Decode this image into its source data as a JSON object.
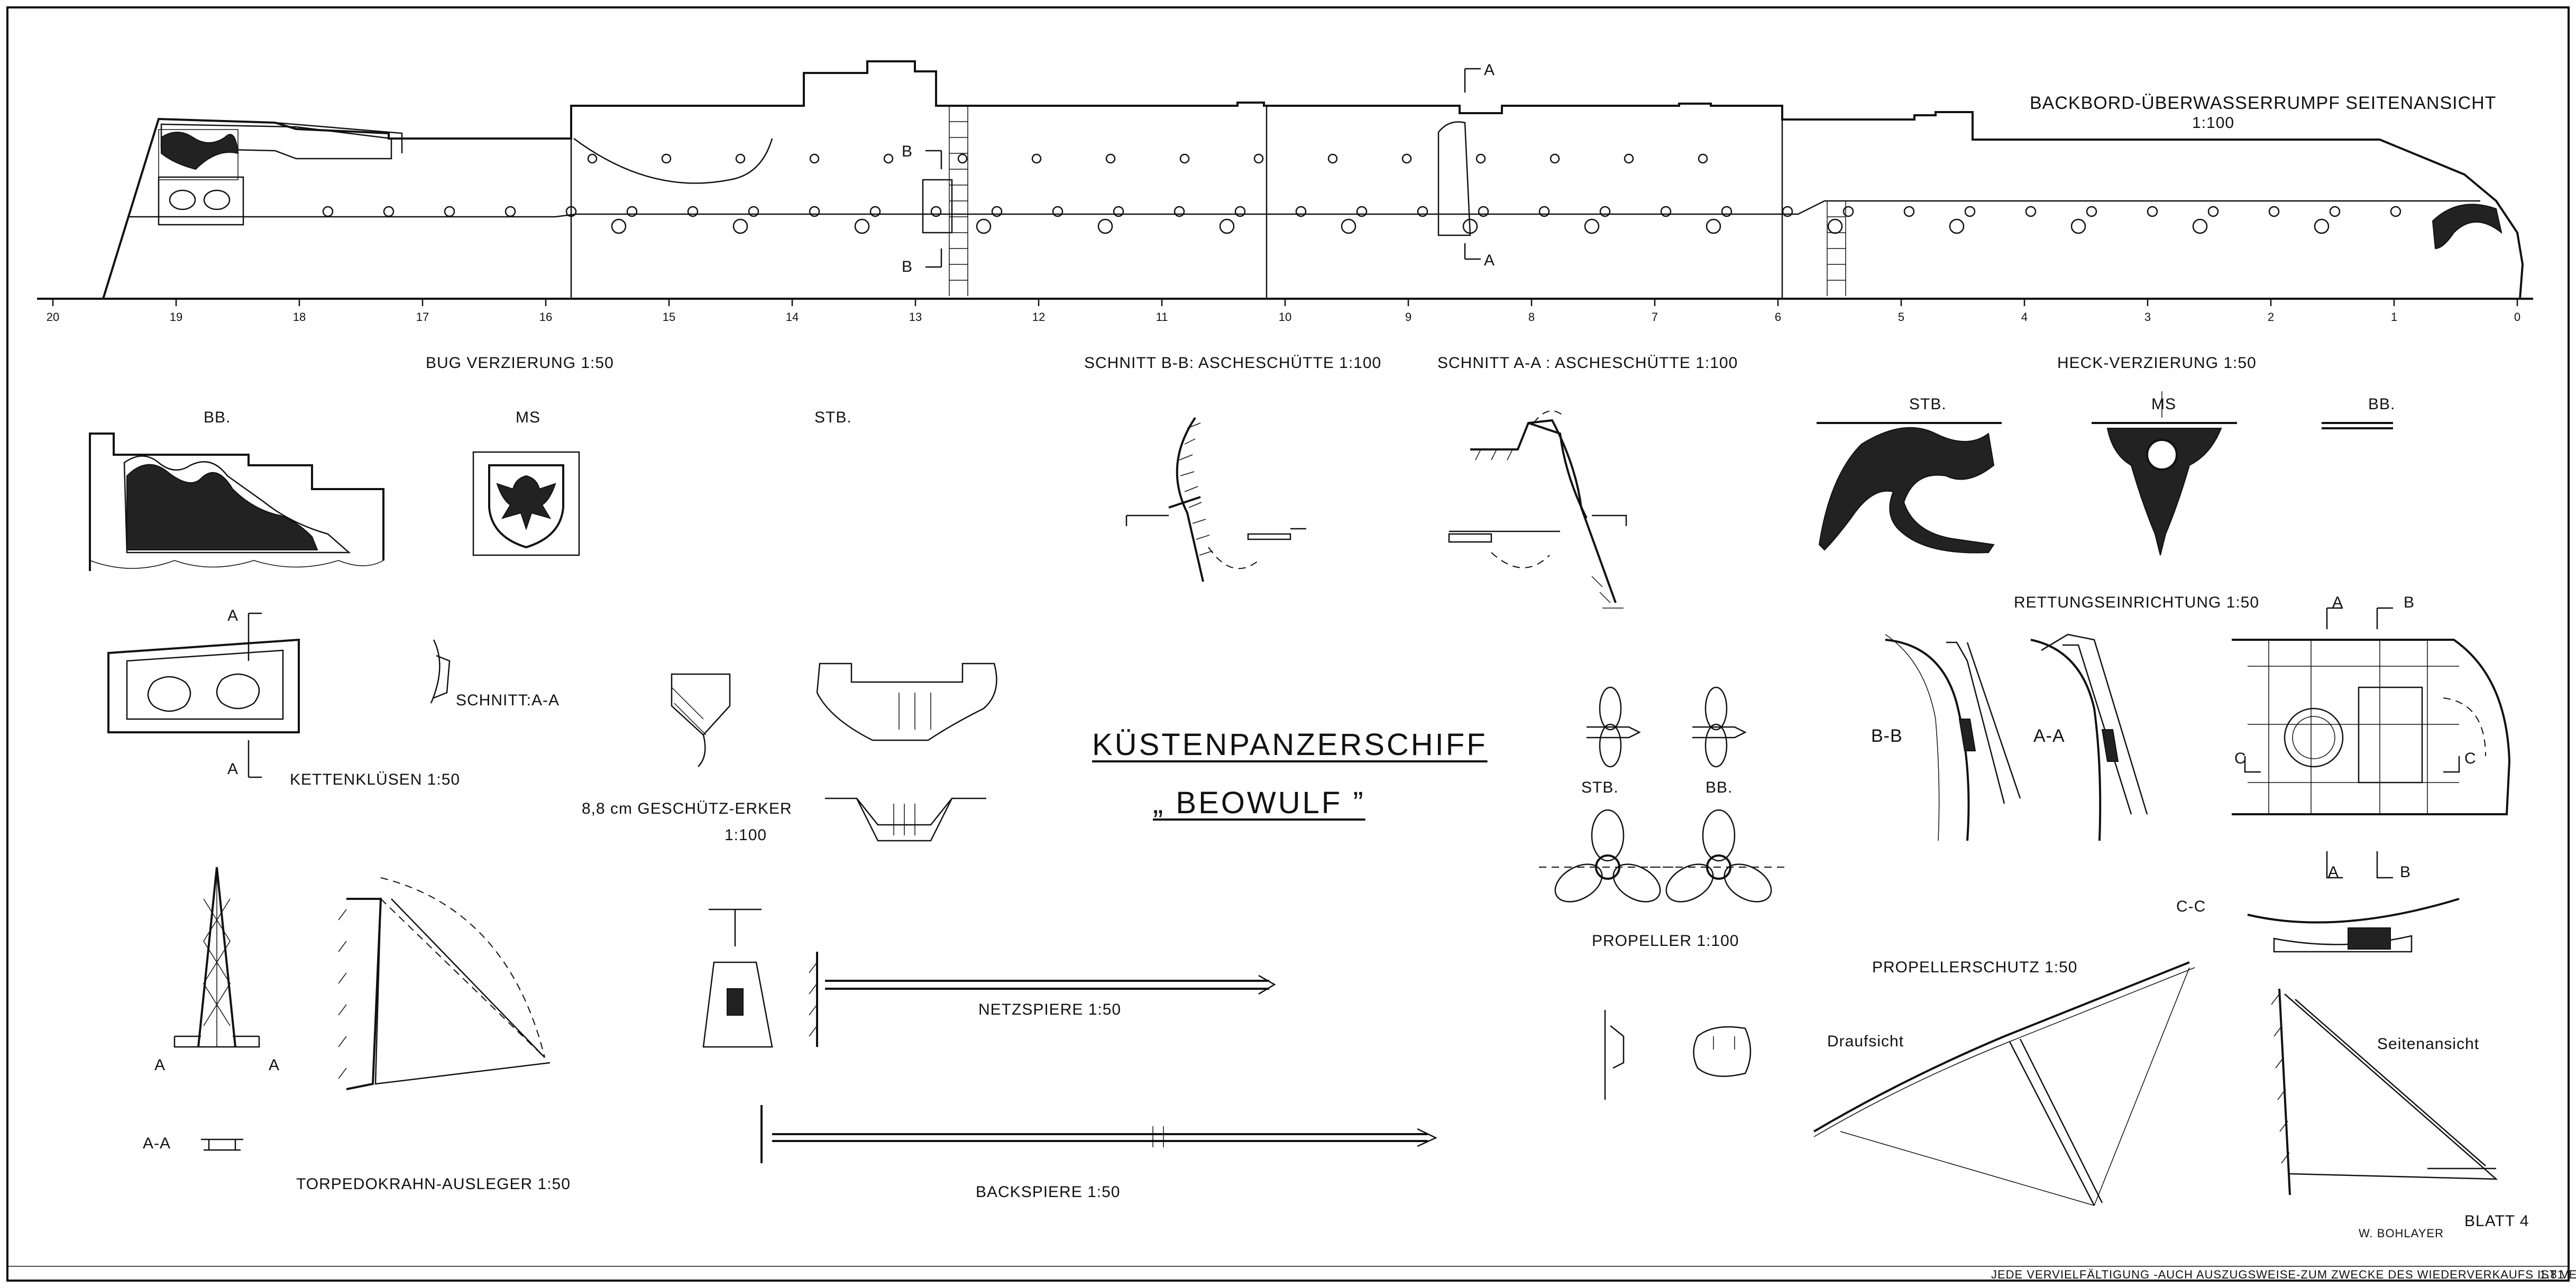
{
  "title": {
    "line1": "KÜSTENPANZERSCHIFF",
    "line2": "„ BEOWULF ”"
  },
  "hull_view": {
    "label": "BACKBORD-ÜBERWASSERRUMPF SEITENANSICHT",
    "scale": "1:100",
    "section_marks": {
      "a": "A",
      "b": "B"
    },
    "frame_ticks": [
      "20",
      "19",
      "18",
      "17",
      "16",
      "15",
      "14",
      "13",
      "12",
      "11",
      "10",
      "9",
      "8",
      "7",
      "6",
      "5",
      "4",
      "3",
      "2",
      "1",
      "0"
    ]
  },
  "bug": {
    "title": "BUG VERZIERUNG 1:50",
    "bb": "BB.",
    "ms": "MS",
    "stb": "STB."
  },
  "schnitt_bb": {
    "title": "SCHNITT B-B: ASCHESCHÜTTE 1:100"
  },
  "schnitt_aa": {
    "title": "SCHNITT A-A : ASCHESCHÜTTE 1:100"
  },
  "heck": {
    "title": "HECK-VERZIERUNG 1:50",
    "stb": "STB.",
    "ms": "MS",
    "bb": "BB."
  },
  "kettenkluesen": {
    "title": "KETTENKLÜSEN 1:50",
    "section": "SCHNITT:A-A",
    "mark_a": "A"
  },
  "geschuetz": {
    "title": "8,8 cm GESCHÜTZ-ERKER",
    "scale": "1:100"
  },
  "rettung": {
    "title": "RETTUNGSEINRICHTUNG 1:50",
    "bb": "B-B",
    "aa": "A-A",
    "a": "A",
    "b": "B",
    "c": "C"
  },
  "propeller": {
    "title": "PROPELLER 1:100",
    "stb": "STB.",
    "bb": "BB."
  },
  "torpedo": {
    "title": "TORPEDOKRAHN-AUSLEGER 1:50",
    "aa": "A-A",
    "a": "A"
  },
  "netzspiere": {
    "title": "NETZSPIERE 1:50"
  },
  "backspiere": {
    "title": "BACKSPIERE 1:50"
  },
  "propellerschutz": {
    "title": "PROPELLERSCHUTZ 1:50",
    "draufsicht": "Draufsicht",
    "seitenansicht": "Seitenansicht",
    "cc": "C-C"
  },
  "footer": {
    "blatt": "BLATT 4",
    "author": "W. BOHLAYER",
    "notice": "JEDE VERVIELFÄLTIGUNG -AUCH AUSZUGSWEISE-ZUM ZWECKE DES WIEDERVERKAUFS IST VERBOTEN!",
    "code": "1.81"
  }
}
